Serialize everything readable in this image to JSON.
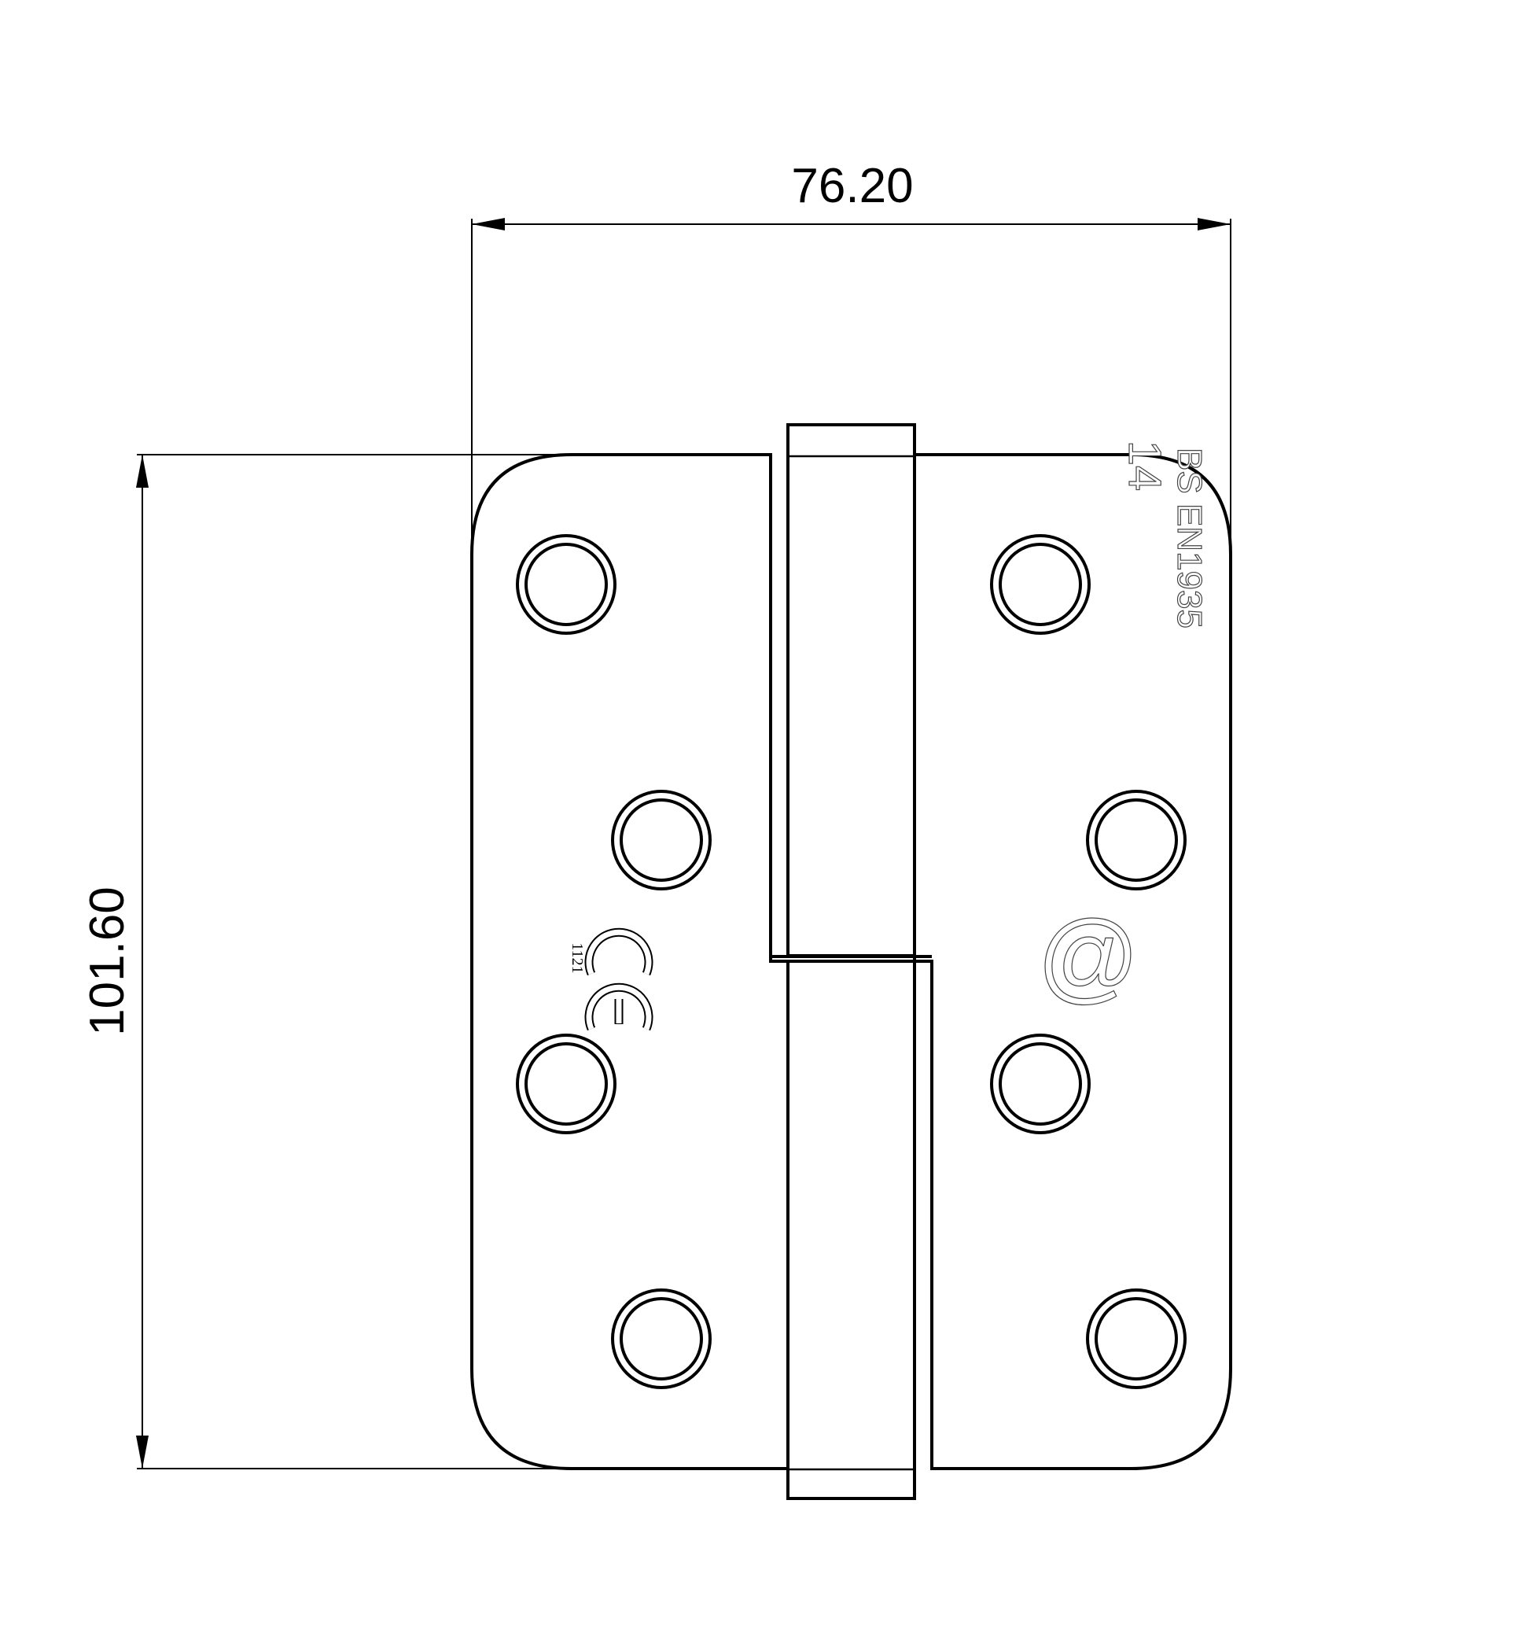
{
  "diagram": {
    "width_dimension": "76.20",
    "height_dimension": "101.60"
  },
  "markings": {
    "standard_line1": "BS EN1935",
    "standard_line2": "14",
    "ce_mark": "CE",
    "ce_number": "1121",
    "logo": "@"
  },
  "colors": {
    "line": "#000000",
    "background": "#ffffff",
    "stamp_outline": "#444444"
  },
  "icons": {
    "screw_holes": "countersunk-hole-icon",
    "ce": "ce-mark-icon",
    "logo": "at-logo-icon"
  }
}
